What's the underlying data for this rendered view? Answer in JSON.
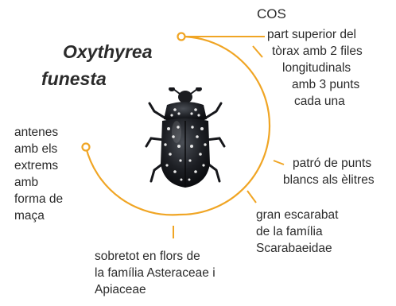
{
  "title": {
    "line1": "Oxythyrea",
    "line2": "funesta"
  },
  "section_label": "COS",
  "annotations": {
    "thorax": [
      "part superior del",
      "tòrax amb 2 files",
      "longitudinals",
      "amb 3 punts",
      "cada una"
    ],
    "elytra": [
      "patró de punts",
      "blancs als èlitres"
    ],
    "size": [
      "gran escarabat",
      "de la família",
      "Scarabaeidae"
    ],
    "habitat": [
      "sobretot en flors de",
      "la família Asteraceae i",
      "Apiaceae"
    ],
    "antennae": [
      "antenes",
      "amb els",
      "extrems",
      "amb",
      "forma de",
      "maça"
    ]
  },
  "colors": {
    "accent": "#f0a524",
    "text": "#2b2b2b"
  },
  "icons": {
    "beetle": "beetle-illustration"
  }
}
